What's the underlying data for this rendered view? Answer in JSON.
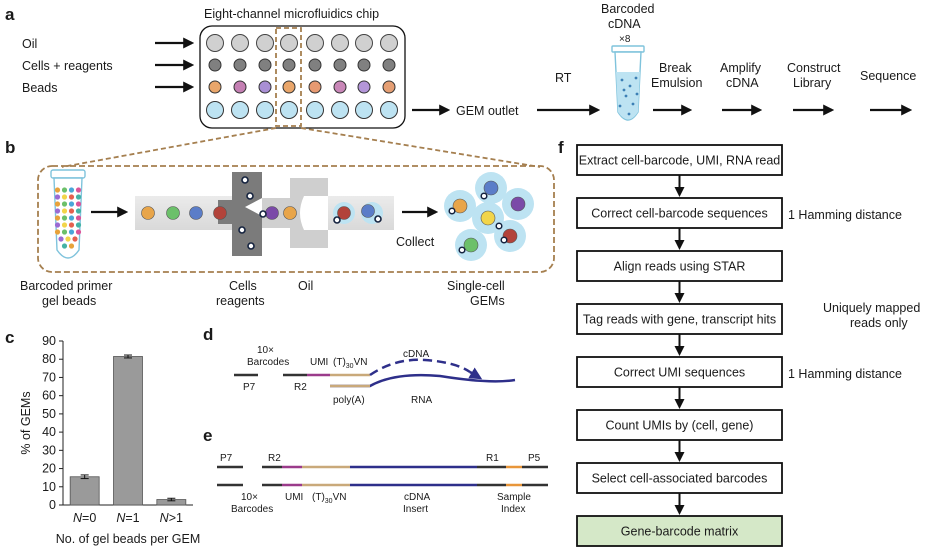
{
  "panel_labels": {
    "a": "a",
    "b": "b",
    "c": "c",
    "d": "d",
    "e": "e",
    "f": "f"
  },
  "colors": {
    "accent_brown": "#a57f4f",
    "teal": "#3aa59c",
    "gem_blue": "#bde3f2",
    "bar_gray": "#9a9a9a",
    "navy": "#2e2f8a",
    "final_box": "#d5e8c8"
  },
  "panel_a": {
    "chip_title": "Eight-channel microfluidics chip",
    "inputs": [
      "Oil",
      "Cells + reagents",
      "Beads"
    ],
    "gem_outlet": "GEM outlet",
    "rt": "RT",
    "tube_title_line1": "Barcoded",
    "tube_title_line2": "cDNA",
    "tube_multiplier": "×8",
    "steps": [
      {
        "line1": "Break",
        "line2": "Emulsion"
      },
      {
        "line1": "Amplify",
        "line2": "cDNA"
      },
      {
        "line1": "Construct",
        "line2": "Library"
      },
      {
        "line1": "Sequence",
        "line2": ""
      }
    ]
  },
  "panel_b": {
    "primer_line1": "Barcoded primer",
    "primer_line2": "gel beads",
    "cells_line1": "Cells",
    "cells_line2": "reagents",
    "oil": "Oil",
    "collect": "Collect",
    "gems_line1": "Single-cell",
    "gems_line2": "GEMs"
  },
  "chart_data": {
    "type": "bar",
    "categories": [
      "N=0",
      "N=1",
      "N>1"
    ],
    "values": [
      15.5,
      81.5,
      3.0
    ],
    "errors": [
      1.0,
      0.8,
      0.7
    ],
    "ylabel": "% of GEMs",
    "xlabel": "No. of gel beads per GEM",
    "ylim": [
      0,
      90
    ],
    "yticks": [
      0,
      10,
      20,
      30,
      40,
      50,
      60,
      70,
      80,
      90
    ],
    "grid": false
  },
  "panel_d": {
    "barcodes_line1": "10×",
    "barcodes_line2": "Barcodes",
    "umi": "UMI",
    "tvn": "(T)30VN",
    "p7": "P7",
    "r2": "R2",
    "cdna": "cDNA",
    "polya": "poly(A)",
    "rna": "RNA"
  },
  "panel_e": {
    "p7": "P7",
    "r2": "R2",
    "r1": "R1",
    "p5": "P5",
    "barcodes_line1": "10×",
    "barcodes_line2": "Barcodes",
    "umi": "UMI",
    "tvn": "(T)30VN",
    "cdna_line1": "cDNA",
    "cdna_line2": "Insert",
    "sample_line1": "Sample",
    "sample_line2": "Index"
  },
  "panel_f": {
    "steps": [
      "Extract cell-barcode, UMI, RNA read",
      "Correct cell-barcode sequences",
      "Align reads using STAR",
      "Tag reads with gene, transcript hits",
      "Correct UMI sequences",
      "Count UMIs by (cell, gene)",
      "Select cell-associated barcodes",
      "Gene-barcode matrix"
    ],
    "notes": {
      "hamming_1": "1 Hamming distance",
      "unique_line1": "Uniquely mapped",
      "unique_line2": "reads only",
      "hamming_2": "1 Hamming distance"
    }
  }
}
